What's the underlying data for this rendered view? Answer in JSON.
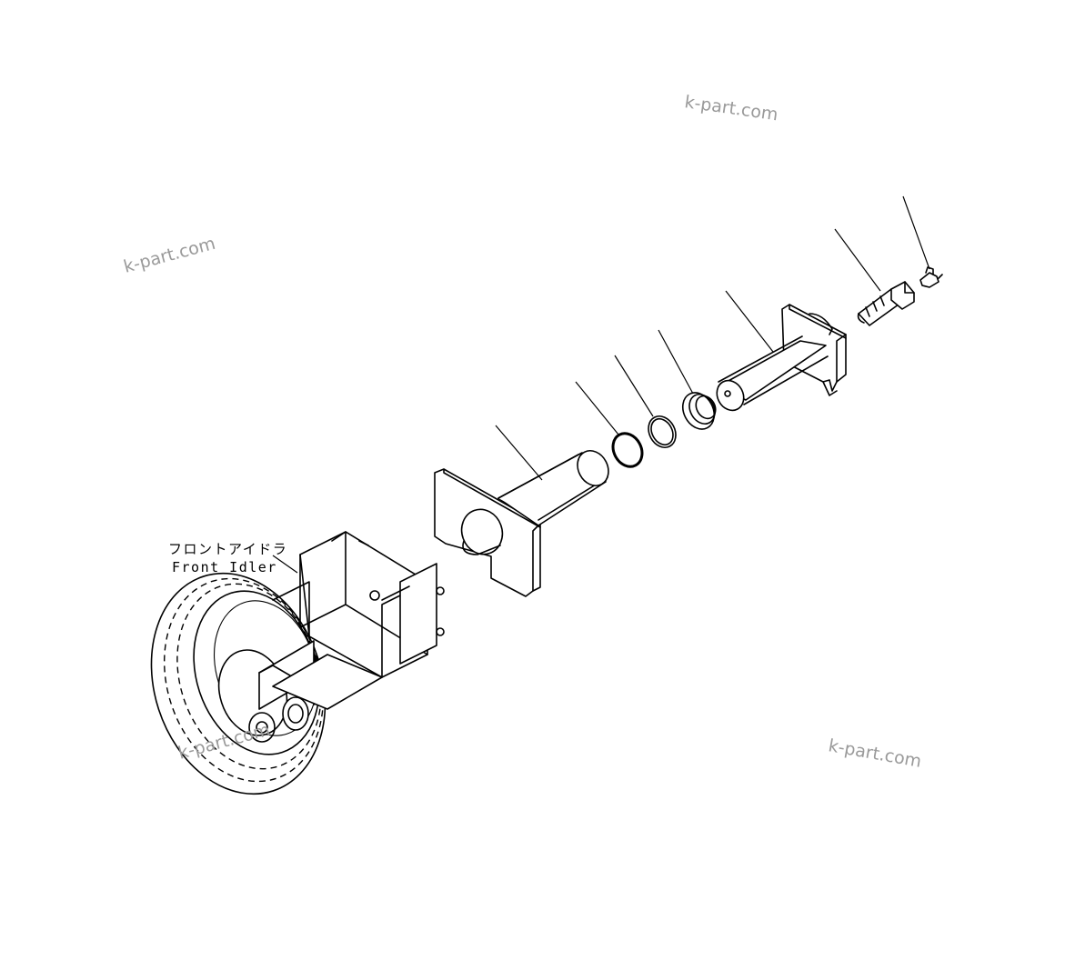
{
  "labels": {
    "japanese": "フロントアイドラ",
    "english": "Front Idler"
  },
  "watermarks": [
    "k-part.com",
    "k-part.com",
    "k-part.com",
    "k-part.com"
  ],
  "colors": {
    "line": "#000000",
    "background": "#ffffff",
    "watermark": "#9a9a9a"
  }
}
